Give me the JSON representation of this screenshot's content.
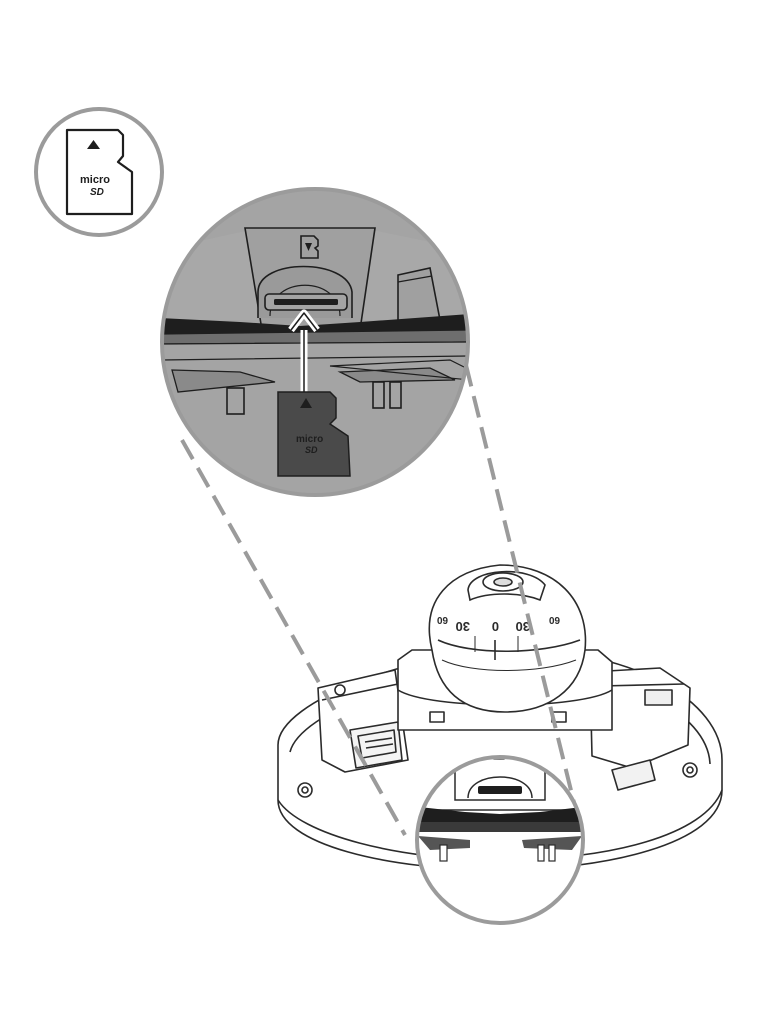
{
  "icon_card": {
    "logo_text": "micro SD",
    "logo_line1": "micro",
    "logo_line2": "SD",
    "arrow_glyph": "up-arrow-icon"
  },
  "inserted_card": {
    "logo_line1": "micro",
    "logo_line2": "SD"
  },
  "dial_labels": [
    "30",
    "0",
    "30",
    "60",
    "60"
  ],
  "colors": {
    "zoom_fill": "#a4a4a4",
    "outline": "#9b9b9b",
    "dark": "#1e1e1e",
    "card": "#4a4a4a",
    "line": "#2b2b2b"
  }
}
